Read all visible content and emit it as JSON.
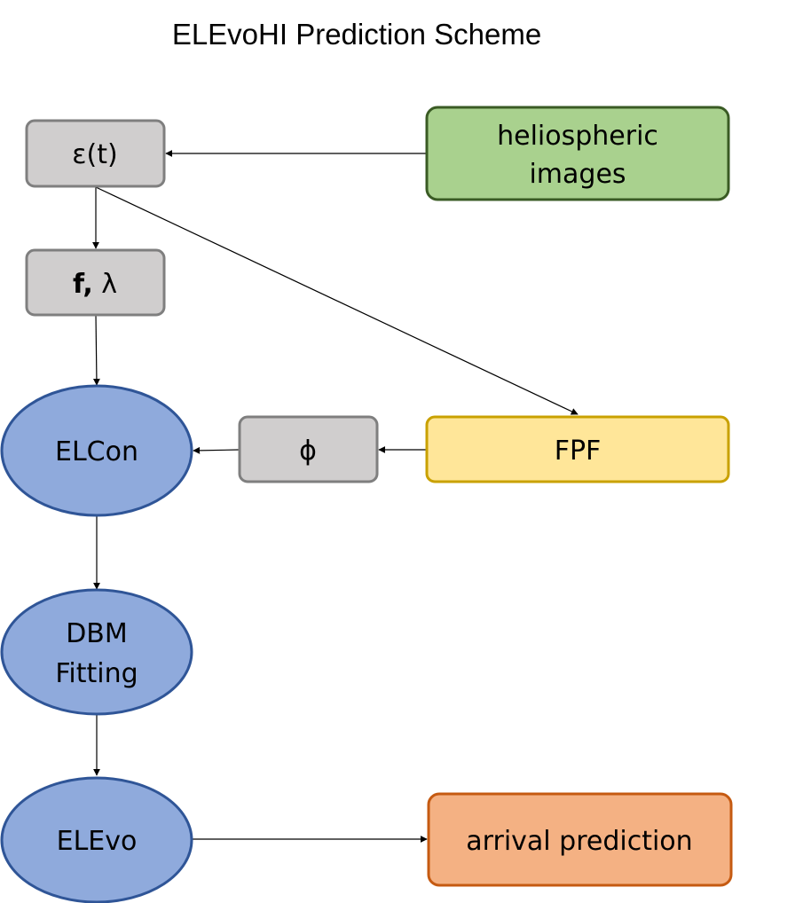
{
  "title": "ELEvoHI Prediction Scheme",
  "nodes": {
    "epsilon": "ε(t)",
    "f_prefix": "f,",
    "f_suffix": "λ",
    "helio_line1": "heliospheric",
    "helio_line2": "images",
    "elcon": "ELCon",
    "phi": "ϕ",
    "fpf": "FPF",
    "dbm_line1": "DBM",
    "dbm_line2": "Fitting",
    "elevo": "ELEvo",
    "arrival": "arrival prediction"
  },
  "colors": {
    "gray_fill": "#d0cece",
    "gray_stroke": "#7f7f7f",
    "green_fill": "#a9d18e",
    "green_stroke": "#3a5b24",
    "yellow_fill": "#ffe699",
    "yellow_stroke": "#c9a100",
    "blue_fill": "#8faadc",
    "blue_stroke": "#2f5597",
    "orange_fill": "#f4b183",
    "orange_stroke": "#c55a11"
  }
}
